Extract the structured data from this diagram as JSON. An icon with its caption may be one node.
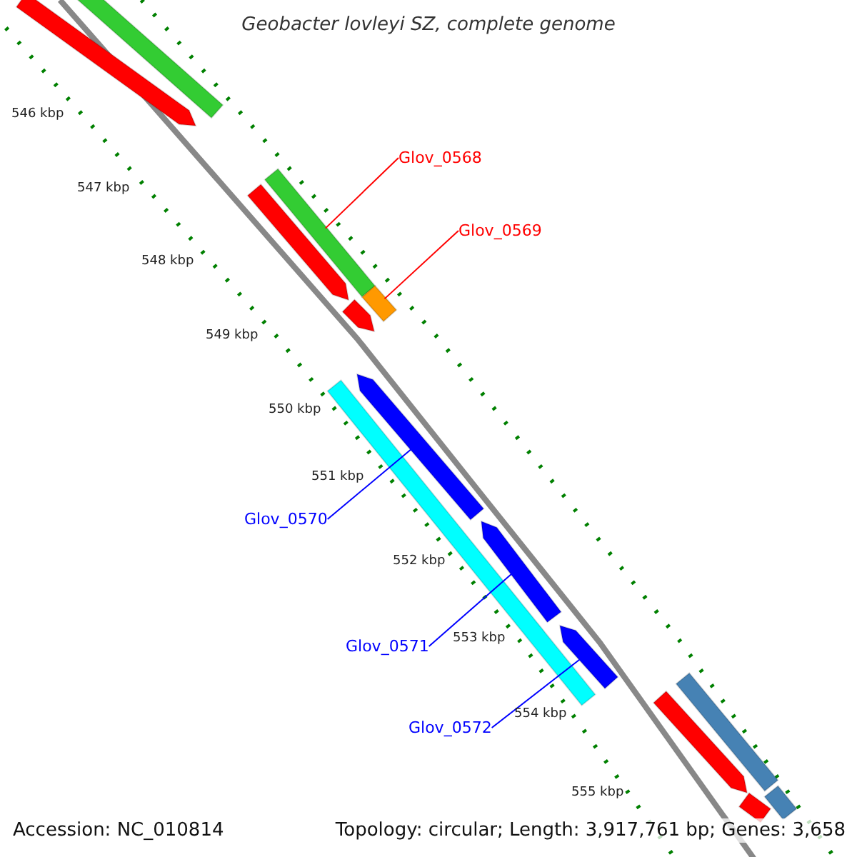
{
  "diagram": {
    "title": "Geobacter lovleyi SZ, complete genome",
    "nodes": [
      {
        "text": [
          "Glov_0568"
        ]
      },
      {
        "text": [],
        "shape": "bar"
      },
      {
        "text": [
          "Glov_0569"
        ]
      },
      {
        "text": [],
        "shape": "bar"
      },
      {
        "text": [
          "Glov_0570"
        ]
      },
      {
        "text": [],
        "shape": "bar"
      },
      {
        "text": [
          "Glov_0571"
        ]
      },
      {
        "text": [],
        "shape": "bar"
      },
      {
        "text": [
          "Glov_0572"
        ]
      },
      {
        "text": [],
        "shape": "bar"
      },
      {
        "text": [],
        "shape": "bar"
      },
      {
        "text": [],
        "shape": "bar"
      },
      {
        "text": [],
        "shape": "bar"
      },
      {
        "text": [],
        "shape": "bar"
      },
      {
        "text": [],
        "shape": "bar"
      },
      {
        "text": [],
        "shape": "bar"
      },
      {
        "text": [],
        "shape": "bar"
      },
      {
        "text": [],
        "shape": "bar"
      },
      {
        "text": [],
        "shape": "bar"
      }
    ],
    "edges": [
      {
        "from": 0,
        "to": 1,
        "arrow": "none",
        "color": "#ff0000"
      },
      {
        "from": 2,
        "to": 3,
        "arrow": "none",
        "color": "#ff0000"
      },
      {
        "from": 4,
        "to": 5,
        "arrow": "none"
      },
      {
        "from": 6,
        "to": 7,
        "arrow": "none"
      },
      {
        "from": 8,
        "to": 9,
        "arrow": "none"
      }
    ],
    "labels": [
      "546 kbp",
      "547 kbp",
      "548 kbp",
      "549 kbp",
      "550 kbp",
      "551 kbp",
      "552 kbp",
      "553 kbp",
      "554 kbp",
      "555 kbp",
      "Accession: NC_010814",
      "Topology: circular; Length: 3,917,761 bp; Genes: 3,658"
    ]
  }
}
